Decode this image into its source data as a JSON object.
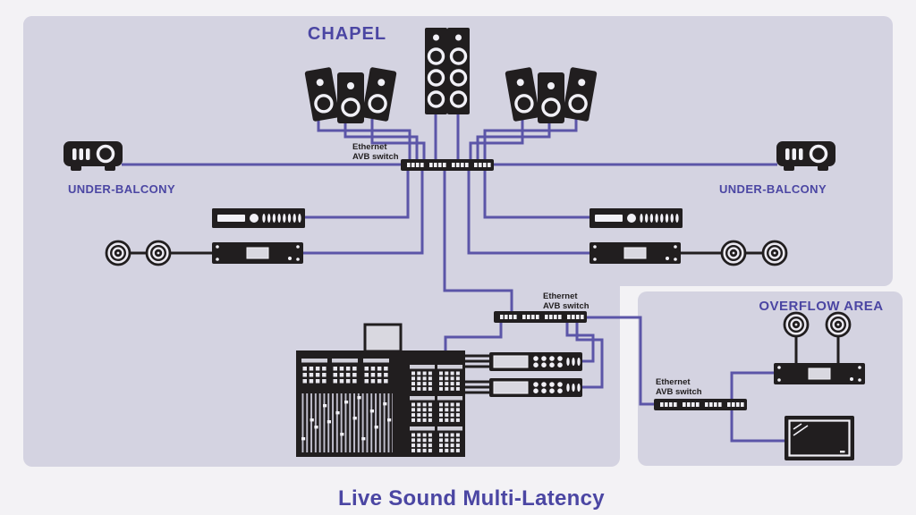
{
  "titles": {
    "chapel": "CHAPEL",
    "overflow_area": "OVERFLOW AREA",
    "under_balcony_left": "UNDER-BALCONY",
    "under_balcony_right": "UNDER-BALCONY",
    "caption": "Live Sound Multi-Latency"
  },
  "labels": {
    "switch_main_line1": "Ethernet",
    "switch_main_line2": "AVB switch",
    "switch_stage_line1": "Ethernet",
    "switch_stage_line2": "AVB switch",
    "switch_overflow_line1": "Ethernet",
    "switch_overflow_line2": "AVB switch"
  },
  "icons": {
    "main_speakers": "bookshelf-speaker-icon",
    "column_speakers": "column-speaker-icon",
    "under_balcony_units": "projector-icon",
    "fill_speakers": "ceiling-speaker-icon",
    "processors": "eq-processor-icon",
    "amplifiers": "amplifier-icon",
    "network_switches": "ethernet-switch-icon",
    "stageboxes": "stagebox-icon",
    "console": "mixing-console-icon",
    "overflow_monitor": "display-monitor-icon"
  },
  "colors": {
    "background": "#f3f2f5",
    "panel": "#d4d3e1",
    "wire": "#5b55a8",
    "device": "#211e1f",
    "device_light": "#f1f0f6",
    "display_gray": "#d9d8e0",
    "accent_text": "#4b46a3"
  }
}
